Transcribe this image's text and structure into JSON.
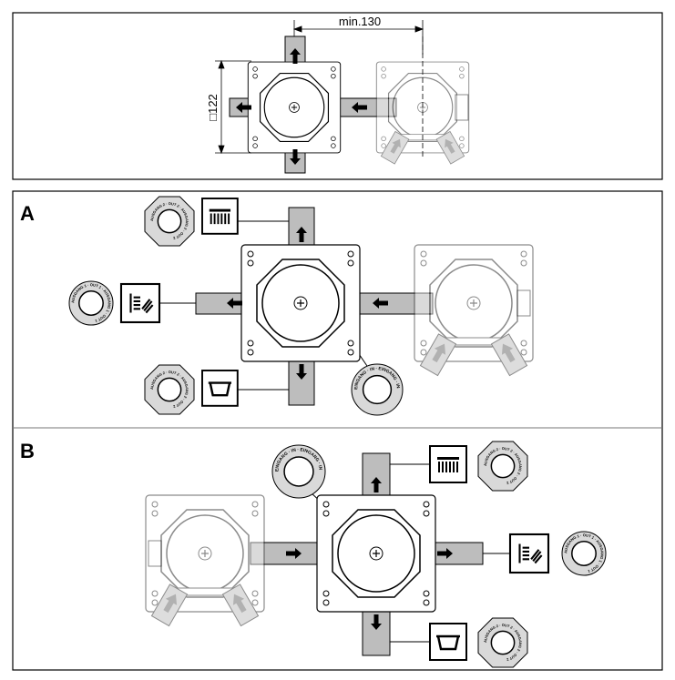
{
  "top_panel": {
    "dimension_width": "min.130",
    "dimension_height": "□122"
  },
  "panel_a": {
    "label": "A"
  },
  "panel_b": {
    "label": "B"
  },
  "rings": {
    "out2": "AUSGANG 2 · OUT 2",
    "out1": "AUSGANG 1 · OUT 1",
    "in": "EINGANG · IN"
  },
  "colors": {
    "pipe": "#bdbdbd",
    "ring": "#d9d9d9",
    "faded": "#b5b5b5",
    "line": "#000000"
  }
}
